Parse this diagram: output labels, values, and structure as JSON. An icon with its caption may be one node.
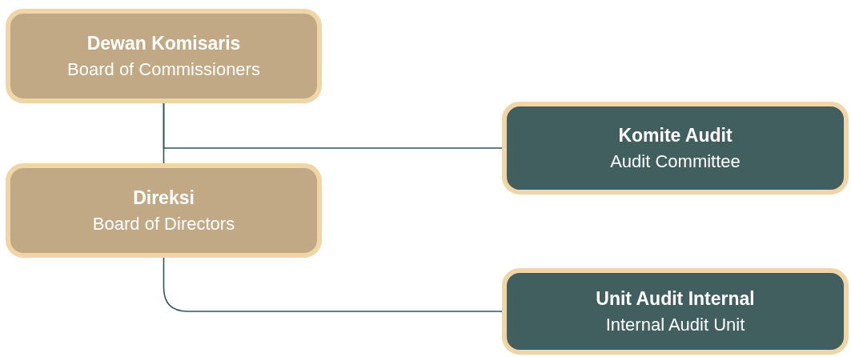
{
  "diagram": {
    "nodes": [
      {
        "text": [
          "Dewan Komisaris",
          "Board of Commissioners"
        ]
      },
      {
        "text": [
          "Direksi",
          "Board of Directors"
        ]
      },
      {
        "text": [
          "Komite Audit",
          "Audit Committee"
        ]
      },
      {
        "text": [
          "Unit Audit Internal",
          "Internal Audit Unit"
        ]
      }
    ],
    "edges": [
      {
        "from": 0,
        "to": 1,
        "arrow": "none"
      },
      {
        "from": 0,
        "to": 2,
        "arrow": "none"
      },
      {
        "from": 1,
        "to": 3,
        "arrow": "none"
      }
    ]
  }
}
